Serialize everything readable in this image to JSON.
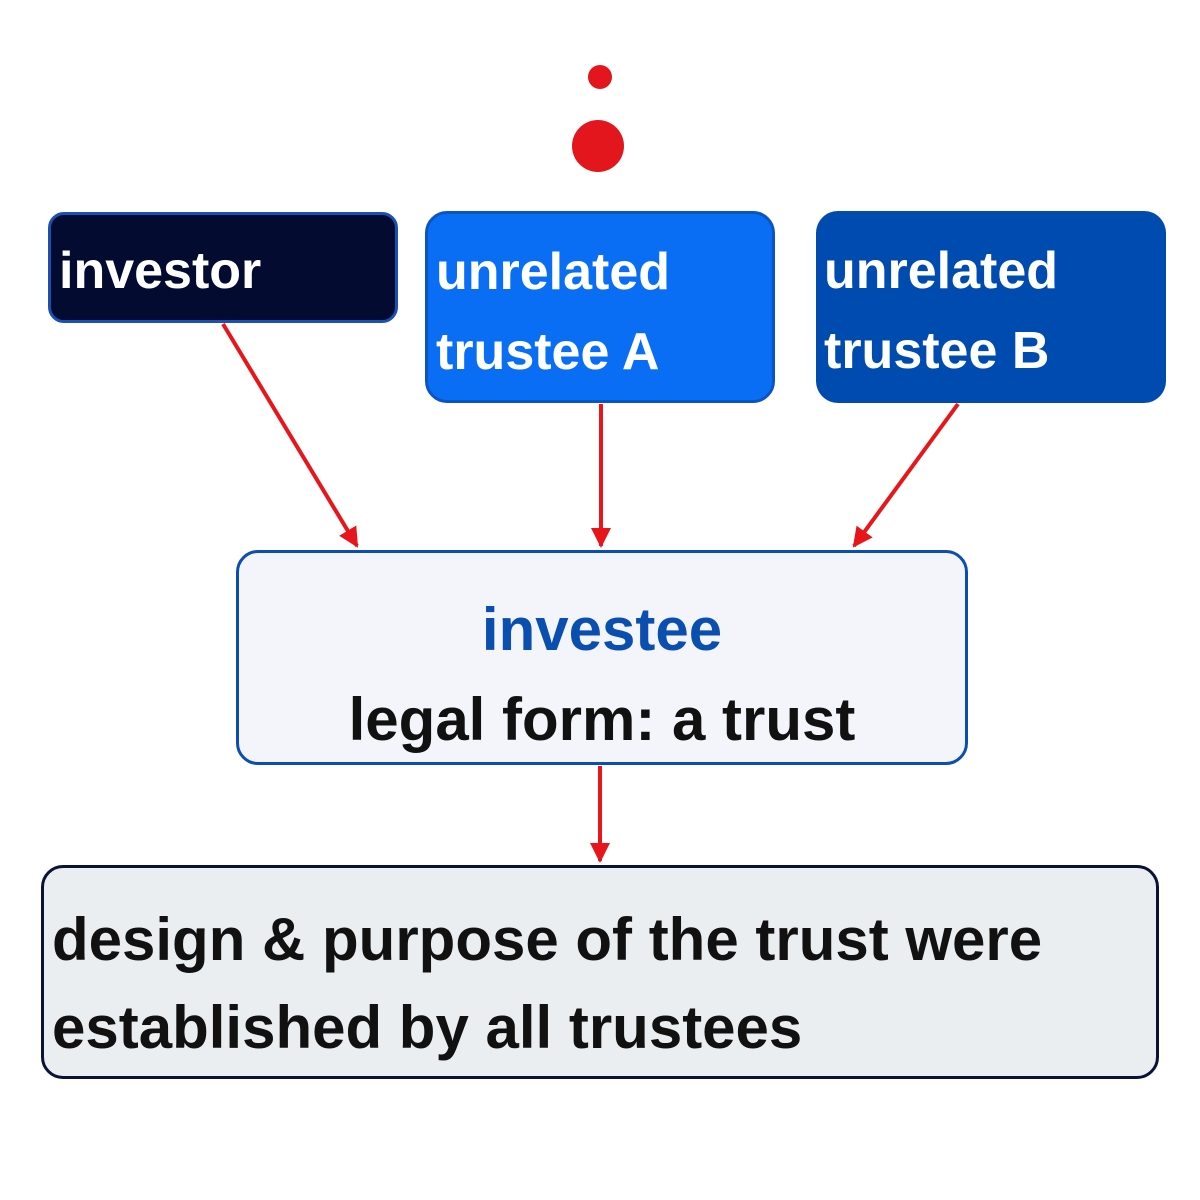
{
  "colors": {
    "arrow": "#e8161b",
    "logo_dot": "#e3161e",
    "investor_fill": "#030b30",
    "trustee_a_fill": "#0a6ef4",
    "trustee_b_fill": "#004bb0",
    "investee_fill": "#f3f5fa",
    "investee_accent": "#0a4fb0",
    "conclusion_fill": "#ebeef0"
  },
  "logo": {
    "icon": "two-red-dots-logo"
  },
  "nodes": {
    "investor": {
      "label": "investor"
    },
    "trustee_a": {
      "line1": "unrelated",
      "line2": "trustee A"
    },
    "trustee_b": {
      "line1": "unrelated",
      "line2": "trustee B"
    },
    "investee": {
      "title": "investee",
      "subtitle": "legal form: a trust"
    },
    "conclusion": {
      "line1": "design & purpose of the trust were",
      "line2": "established by all trustees"
    }
  },
  "edges": [
    {
      "from": "investor",
      "to": "investee"
    },
    {
      "from": "trustee_a",
      "to": "investee"
    },
    {
      "from": "trustee_b",
      "to": "investee"
    },
    {
      "from": "investee",
      "to": "conclusion"
    }
  ]
}
